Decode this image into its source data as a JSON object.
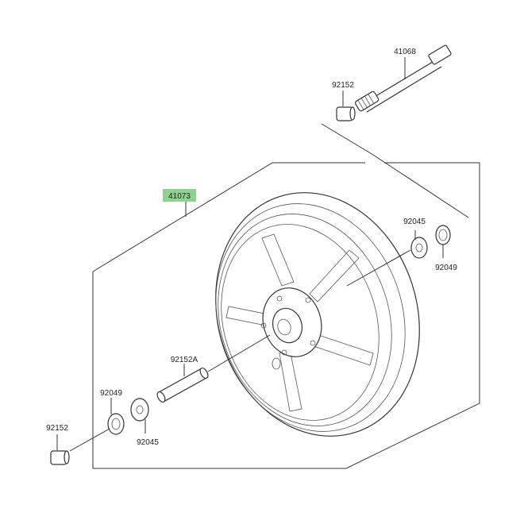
{
  "parts": {
    "axle": "41068",
    "collar_top": "92152",
    "wheel": "41073",
    "bearing_right": "92045",
    "seal_right": "92049",
    "spacer": "92152A",
    "seal_left": "92049",
    "bearing_left": "92045",
    "collar_left": "92152"
  },
  "colors": {
    "highlight": "#8fd18f",
    "line": "#333333"
  }
}
